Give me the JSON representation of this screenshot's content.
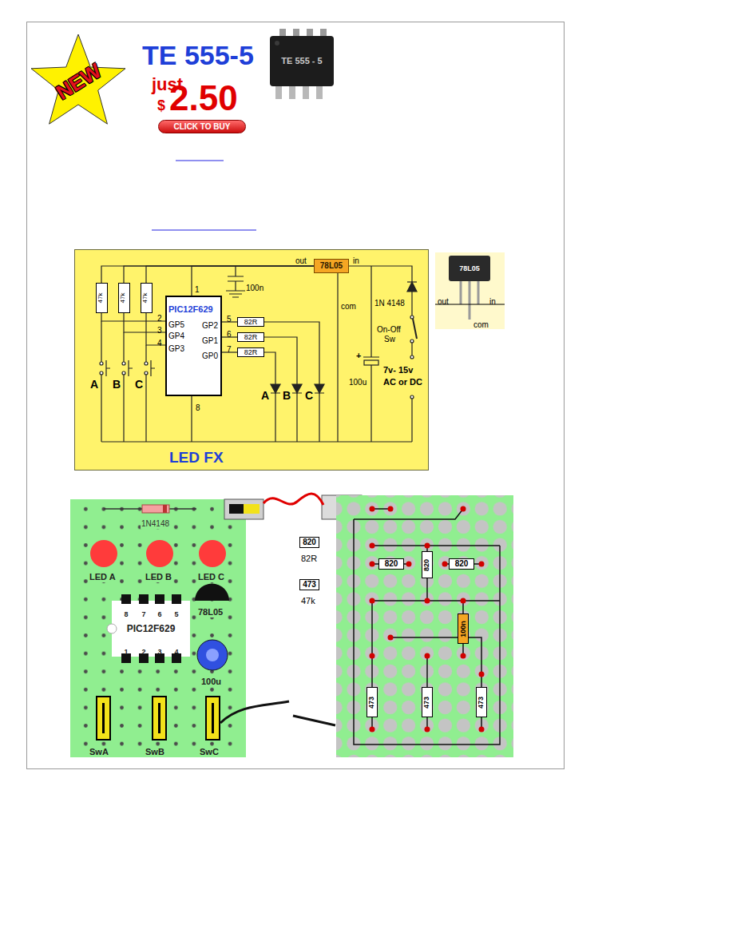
{
  "diagram": {
    "nodes": [
      {
        "text": [
          "NEW"
        ]
      },
      {
        "text": [
          "CLICK TO BUY"
        ]
      },
      {
        "text": [
          "TE 555 - 5"
        ]
      },
      {
        "text": [
          "LED FX"
        ]
      },
      {
        "text": [
          "78L05"
        ],
        "in": 3
      },
      {
        "text": [
          "PIC12F629",
          "GP5",
          "GP4",
          "GP3",
          "GP2",
          "GP1",
          "GP0"
        ],
        "in": 3
      },
      {
        "text": [
          "82R"
        ],
        "in": 3
      },
      {
        "text": [
          "82R"
        ],
        "in": 3
      },
      {
        "text": [
          "82R"
        ],
        "in": 3
      },
      {
        "text": [
          "47k"
        ],
        "in": 3
      },
      {
        "text": [
          "47k"
        ],
        "in": 3
      },
      {
        "text": [
          "47k"
        ],
        "in": 3
      },
      {
        "text": [
          "78L05"
        ]
      },
      {
        "text": [
          "PIC12F629"
        ]
      },
      {
        "text": [
          "820"
        ]
      },
      {
        "text": [
          "473"
        ]
      },
      {
        "text": [
          "820"
        ]
      },
      {
        "text": [
          "820"
        ]
      },
      {
        "text": [
          "820"
        ]
      },
      {
        "text": [
          "100n"
        ]
      },
      {
        "text": [
          "473"
        ]
      },
      {
        "text": [
          "473"
        ]
      },
      {
        "text": [
          "473"
        ]
      }
    ],
    "edges": [
      {
        "from": 4,
        "to": 9,
        "arrow": "none"
      },
      {
        "from": 4,
        "to": 10,
        "arrow": "none"
      },
      {
        "from": 4,
        "to": 11,
        "arrow": "none"
      },
      {
        "from": 4,
        "to": 5,
        "arrow": "none"
      },
      {
        "from": 9,
        "to": 5,
        "arrow": "none"
      },
      {
        "from": 10,
        "to": 5,
        "arrow": "none"
      },
      {
        "from": 11,
        "to": 5,
        "arrow": "none"
      },
      {
        "from": 5,
        "to": 6,
        "arrow": "none"
      },
      {
        "from": 5,
        "to": 7,
        "arrow": "none"
      },
      {
        "from": 5,
        "to": 8,
        "arrow": "none"
      }
    ],
    "labels": [
      "TE 555-5",
      "just",
      "$",
      "2.50",
      "100n",
      "1",
      "2",
      "3",
      "4",
      "5",
      "6",
      "7",
      "8",
      "A",
      "B",
      "C",
      "A",
      "B",
      "C",
      "out",
      "in",
      "com",
      "1N 4148",
      "On-Off",
      "Sw",
      "+",
      "100u",
      "7v- 15v",
      "AC or DC",
      "out",
      "in",
      "com",
      "1N4148",
      "LED A",
      "LED B",
      "LED C",
      "78L05",
      "100u",
      "SwA",
      "SwB",
      "SwC",
      "8",
      "7",
      "6",
      "5",
      "1",
      "2",
      "3",
      "4",
      "82R",
      "47k"
    ]
  }
}
